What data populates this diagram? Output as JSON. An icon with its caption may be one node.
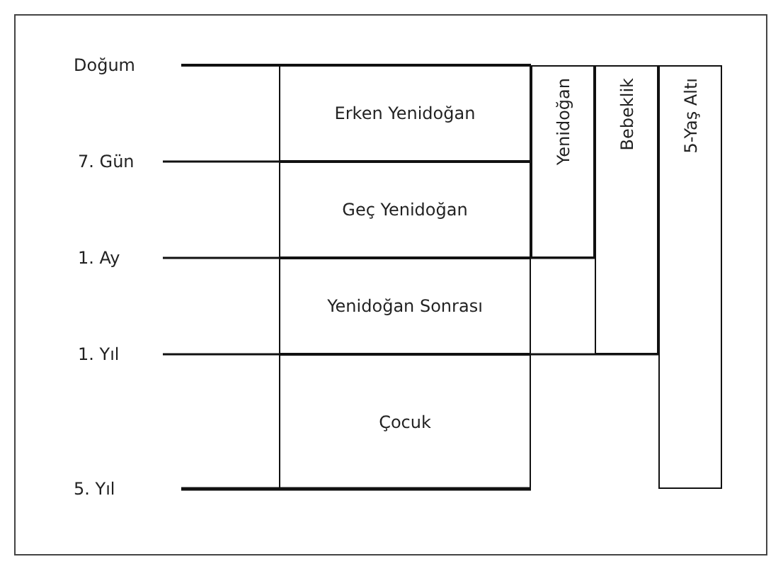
{
  "diagram": {
    "nodes": [
      {
        "text": [
          "Erken Yenidoğan"
        ]
      },
      {
        "text": [
          "Geç Yenidoğan"
        ]
      },
      {
        "text": [
          "Yenidoğan Sonrası"
        ]
      },
      {
        "text": [
          "Çocuk"
        ]
      },
      {
        "text": [
          "Yenidoğan"
        ]
      },
      {
        "text": [
          "Bebeklik"
        ]
      },
      {
        "text": [
          "5-Yaş Altı"
        ]
      }
    ],
    "edges": [],
    "labels": [
      "Doğum",
      "7. Gün",
      "1. Ay",
      "1. Yıl",
      "5. Yıl"
    ]
  }
}
